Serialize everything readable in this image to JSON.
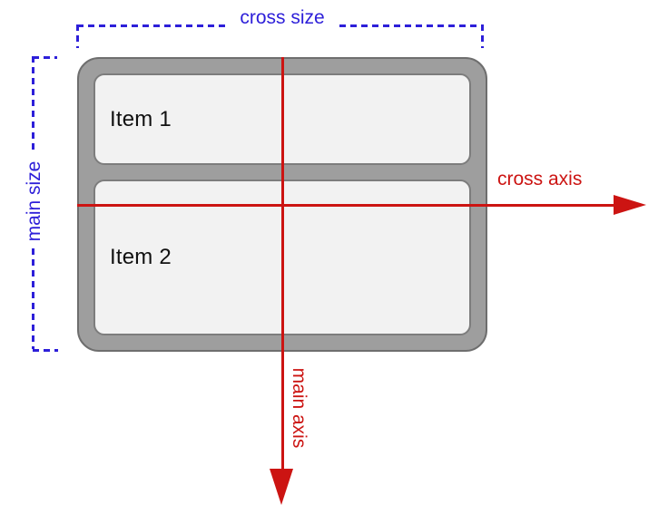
{
  "diagram": {
    "title_hint": "flexbox main/cross axis diagram",
    "container": {
      "items": [
        {
          "label": "Item 1"
        },
        {
          "label": "Item 2"
        }
      ]
    },
    "labels": {
      "cross_size": "cross size",
      "main_size": "main size",
      "cross_axis": "cross axis",
      "main_axis": "main axis"
    },
    "colors": {
      "blue": "#2d1fd9",
      "red": "#cc1412",
      "container_fill": "#9e9e9e",
      "container_stroke": "#6e6e6e",
      "item_fill": "#f2f2f2",
      "item_stroke": "#7d7d7d",
      "item_text": "#111111"
    }
  }
}
